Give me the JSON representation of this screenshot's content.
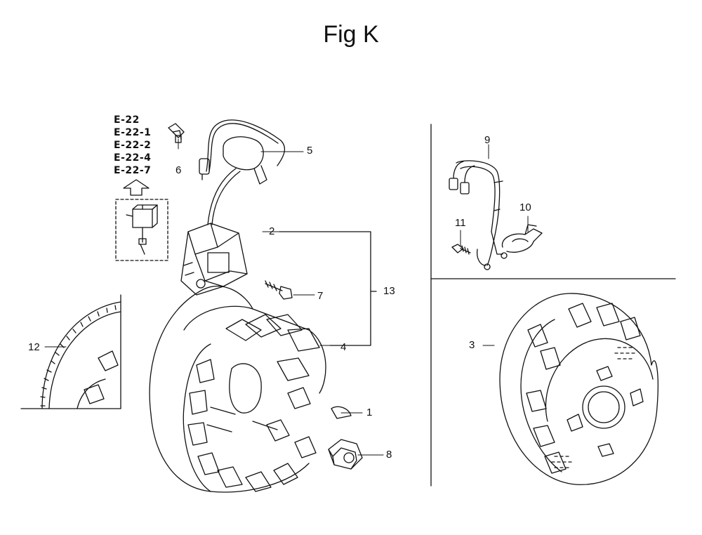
{
  "figure": {
    "title": "Fig K",
    "references": [
      "E-22",
      "E-22-1",
      "E-22-2",
      "E-22-4",
      "E-22-7"
    ]
  },
  "callouts": {
    "p1": "1",
    "p2": "2",
    "p3": "3",
    "p4": "4",
    "p5": "5",
    "p6": "6",
    "p7": "7",
    "p8": "8",
    "p9": "9",
    "p10": "10",
    "p11": "11",
    "p12": "12",
    "p13": "13"
  }
}
